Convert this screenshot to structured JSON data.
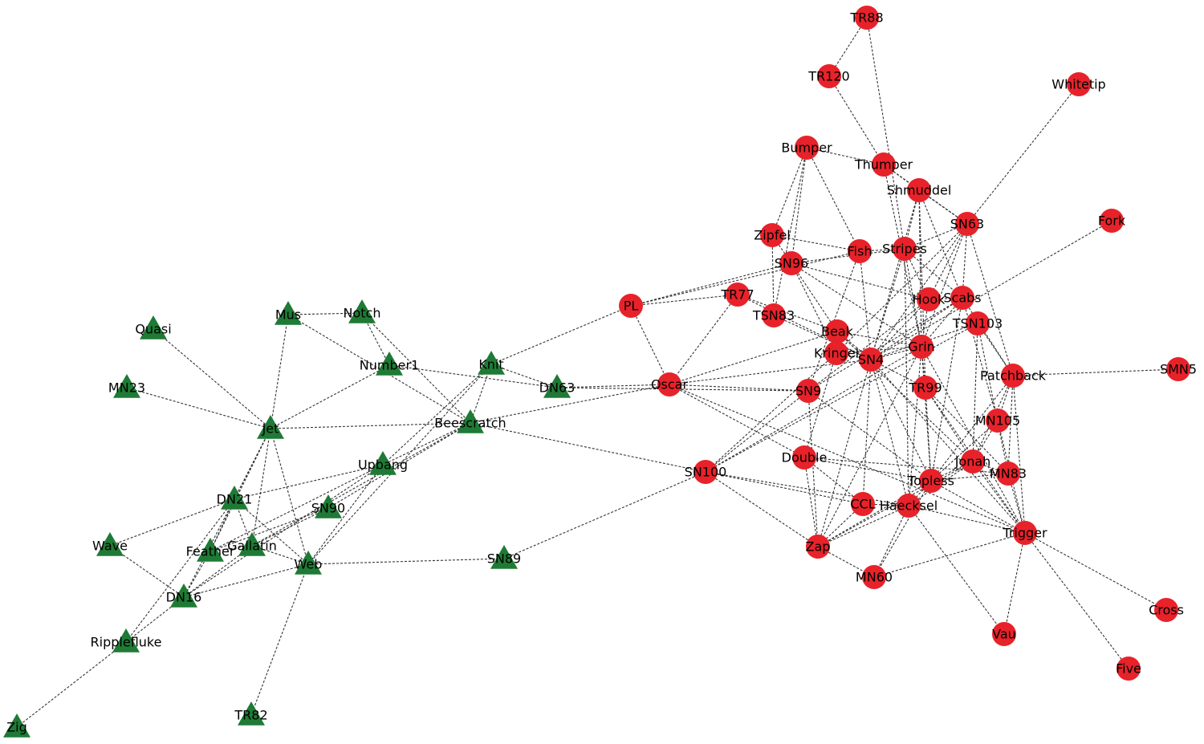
{
  "colors": {
    "group_a": "#1f7a35",
    "group_b": "#e8222a",
    "edge": "#333333"
  },
  "groups": {
    "group_a_shape": "triangle",
    "group_b_shape": "circle"
  },
  "nodes": [
    {
      "id": "Quasi",
      "label": "Quasi",
      "group": "a"
    },
    {
      "id": "MN23",
      "label": "MN23",
      "group": "a"
    },
    {
      "id": "Mus",
      "label": "Mus",
      "group": "a"
    },
    {
      "id": "Notch",
      "label": "Notch",
      "group": "a"
    },
    {
      "id": "Number1",
      "label": "Number1",
      "group": "a"
    },
    {
      "id": "Knit",
      "label": "Knit",
      "group": "a"
    },
    {
      "id": "DN63",
      "label": "DN63",
      "group": "a"
    },
    {
      "id": "Jet",
      "label": "Jet",
      "group": "a"
    },
    {
      "id": "Beescratch",
      "label": "Beescratch",
      "group": "a"
    },
    {
      "id": "Upbang",
      "label": "Upbang",
      "group": "a"
    },
    {
      "id": "DN21",
      "label": "DN21",
      "group": "a"
    },
    {
      "id": "SN90",
      "label": "SN90",
      "group": "a"
    },
    {
      "id": "Wave",
      "label": "Wave",
      "group": "a"
    },
    {
      "id": "Feather",
      "label": "Feather",
      "group": "a"
    },
    {
      "id": "Gallatin",
      "label": "Gallatin",
      "group": "a"
    },
    {
      "id": "Web",
      "label": "Web",
      "group": "a"
    },
    {
      "id": "SN89",
      "label": "SN89",
      "group": "a"
    },
    {
      "id": "DN16",
      "label": "DN16",
      "group": "a"
    },
    {
      "id": "Ripplefluke",
      "label": "Ripplefluke",
      "group": "a"
    },
    {
      "id": "Zig",
      "label": "Zig",
      "group": "a"
    },
    {
      "id": "TR82",
      "label": "TR82",
      "group": "a"
    },
    {
      "id": "TR88",
      "label": "TR88",
      "group": "b"
    },
    {
      "id": "TR120",
      "label": "TR120",
      "group": "b"
    },
    {
      "id": "Whitetip",
      "label": "Whitetip",
      "group": "b"
    },
    {
      "id": "Bumper",
      "label": "Bumper",
      "group": "b"
    },
    {
      "id": "Thumper",
      "label": "Thumper",
      "group": "b"
    },
    {
      "id": "Shmuddel",
      "label": "Shmuddel",
      "group": "b"
    },
    {
      "id": "SN63",
      "label": "SN63",
      "group": "b"
    },
    {
      "id": "Fork",
      "label": "Fork",
      "group": "b"
    },
    {
      "id": "Zipfel",
      "label": "Zipfel",
      "group": "b"
    },
    {
      "id": "Fish",
      "label": "Fish",
      "group": "b"
    },
    {
      "id": "Stripes",
      "label": "Stripes",
      "group": "b"
    },
    {
      "id": "SN96",
      "label": "SN96",
      "group": "b"
    },
    {
      "id": "PL",
      "label": "PL",
      "group": "b"
    },
    {
      "id": "TR77",
      "label": "TR77",
      "group": "b"
    },
    {
      "id": "TSN83",
      "label": "TSN83",
      "group": "b"
    },
    {
      "id": "Hook",
      "label": "Hook",
      "group": "b"
    },
    {
      "id": "Scabs",
      "label": "Scabs",
      "group": "b"
    },
    {
      "id": "TSN103",
      "label": "TSN103",
      "group": "b"
    },
    {
      "id": "Beak",
      "label": "Beak",
      "group": "b"
    },
    {
      "id": "Kringel",
      "label": "Kringel",
      "group": "b"
    },
    {
      "id": "SN4",
      "label": "SN4",
      "group": "b"
    },
    {
      "id": "Grin",
      "label": "Grin",
      "group": "b"
    },
    {
      "id": "Oscar",
      "label": "Oscar",
      "group": "b"
    },
    {
      "id": "SN9",
      "label": "SN9",
      "group": "b"
    },
    {
      "id": "TR99",
      "label": "TR99",
      "group": "b"
    },
    {
      "id": "Patchback",
      "label": "Patchback",
      "group": "b"
    },
    {
      "id": "SMN5",
      "label": "SMN5",
      "group": "b"
    },
    {
      "id": "MN105",
      "label": "MN105",
      "group": "b"
    },
    {
      "id": "SN100",
      "label": "SN100",
      "group": "b"
    },
    {
      "id": "Double",
      "label": "Double",
      "group": "b"
    },
    {
      "id": "Jonah",
      "label": "Jonah",
      "group": "b"
    },
    {
      "id": "MN83",
      "label": "MN83",
      "group": "b"
    },
    {
      "id": "Topless",
      "label": "Topless",
      "group": "b"
    },
    {
      "id": "CCL",
      "label": "CCL",
      "group": "b"
    },
    {
      "id": "Haecksel",
      "label": "Haecksel",
      "group": "b"
    },
    {
      "id": "Trigger",
      "label": "Trigger",
      "group": "b"
    },
    {
      "id": "Zap",
      "label": "Zap",
      "group": "b"
    },
    {
      "id": "MN60",
      "label": "MN60",
      "group": "b"
    },
    {
      "id": "Vau",
      "label": "Vau",
      "group": "b"
    },
    {
      "id": "Cross",
      "label": "Cross",
      "group": "b"
    },
    {
      "id": "Five",
      "label": "Five",
      "group": "b"
    }
  ],
  "edges": [
    [
      "Quasi",
      "Jet"
    ],
    [
      "MN23",
      "Jet"
    ],
    [
      "Mus",
      "Notch"
    ],
    [
      "Mus",
      "Jet"
    ],
    [
      "Mus",
      "Beescratch"
    ],
    [
      "Notch",
      "Number1"
    ],
    [
      "Notch",
      "Beescratch"
    ],
    [
      "Number1",
      "Jet"
    ],
    [
      "Number1",
      "DN63"
    ],
    [
      "Knit",
      "Beescratch"
    ],
    [
      "Knit",
      "DN63"
    ],
    [
      "Knit",
      "PL"
    ],
    [
      "Knit",
      "Upbang"
    ],
    [
      "Knit",
      "Web"
    ],
    [
      "DN63",
      "Oscar"
    ],
    [
      "DN63",
      "SN9"
    ],
    [
      "Jet",
      "Beescratch"
    ],
    [
      "Jet",
      "DN21"
    ],
    [
      "Jet",
      "Feather"
    ],
    [
      "Jet",
      "Gallatin"
    ],
    [
      "Jet",
      "Web"
    ],
    [
      "Jet",
      "DN16"
    ],
    [
      "Beescratch",
      "Oscar"
    ],
    [
      "Beescratch",
      "SN100"
    ],
    [
      "Beescratch",
      "Upbang"
    ],
    [
      "Beescratch",
      "SN90"
    ],
    [
      "Beescratch",
      "Gallatin"
    ],
    [
      "Upbang",
      "DN21"
    ],
    [
      "Upbang",
      "Feather"
    ],
    [
      "Upbang",
      "Web"
    ],
    [
      "Upbang",
      "DN16"
    ],
    [
      "DN21",
      "Wave"
    ],
    [
      "DN21",
      "Feather"
    ],
    [
      "DN21",
      "Gallatin"
    ],
    [
      "DN21",
      "Web"
    ],
    [
      "DN21",
      "Ripplefluke"
    ],
    [
      "SN90",
      "Gallatin"
    ],
    [
      "SN90",
      "Feather"
    ],
    [
      "Wave",
      "DN16"
    ],
    [
      "Feather",
      "Gallatin"
    ],
    [
      "Feather",
      "DN16"
    ],
    [
      "Gallatin",
      "Web"
    ],
    [
      "Gallatin",
      "DN16"
    ],
    [
      "Web",
      "SN89"
    ],
    [
      "Web",
      "DN16"
    ],
    [
      "Web",
      "TR82"
    ],
    [
      "DN16",
      "Ripplefluke"
    ],
    [
      "Ripplefluke",
      "Zig"
    ],
    [
      "SN89",
      "SN100"
    ],
    [
      "PL",
      "Oscar"
    ],
    [
      "PL",
      "TR77"
    ],
    [
      "PL",
      "SN96"
    ],
    [
      "PL",
      "Fish"
    ],
    [
      "TR88",
      "TR120"
    ],
    [
      "TR88",
      "Stripes"
    ],
    [
      "TR120",
      "Thumper"
    ],
    [
      "Whitetip",
      "SN63"
    ],
    [
      "Bumper",
      "Thumper"
    ],
    [
      "Bumper",
      "Zipfel"
    ],
    [
      "Bumper",
      "SN96"
    ],
    [
      "Bumper",
      "Fish"
    ],
    [
      "Bumper",
      "TSN83"
    ],
    [
      "Thumper",
      "Shmuddel"
    ],
    [
      "Thumper",
      "SN63"
    ],
    [
      "Thumper",
      "Grin"
    ],
    [
      "Shmuddel",
      "SN63"
    ],
    [
      "Shmuddel",
      "Stripes"
    ],
    [
      "Shmuddel",
      "SN4"
    ],
    [
      "Shmuddel",
      "Scabs"
    ],
    [
      "Shmuddel",
      "Grin"
    ],
    [
      "Shmuddel",
      "TR99"
    ],
    [
      "SN63",
      "Stripes"
    ],
    [
      "SN63",
      "Hook"
    ],
    [
      "SN63",
      "Scabs"
    ],
    [
      "SN63",
      "SN4"
    ],
    [
      "SN63",
      "Grin"
    ],
    [
      "SN63",
      "Patchback"
    ],
    [
      "SN63",
      "Kringel"
    ],
    [
      "Fork",
      "SN4"
    ],
    [
      "Zipfel",
      "SN96"
    ],
    [
      "Zipfel",
      "TSN83"
    ],
    [
      "Zipfel",
      "Fish"
    ],
    [
      "Fish",
      "SN4"
    ],
    [
      "Fish",
      "Stripes"
    ],
    [
      "Fish",
      "SN9"
    ],
    [
      "Stripes",
      "SN96"
    ],
    [
      "Stripes",
      "SN4"
    ],
    [
      "Stripes",
      "Scabs"
    ],
    [
      "Stripes",
      "Grin"
    ],
    [
      "Stripes",
      "Hook"
    ],
    [
      "Stripes",
      "Haecksel"
    ],
    [
      "SN96",
      "Beak"
    ],
    [
      "SN96",
      "Kringel"
    ],
    [
      "SN96",
      "Grin"
    ],
    [
      "SN96",
      "Hook"
    ],
    [
      "TR77",
      "Oscar"
    ],
    [
      "TR77",
      "Beak"
    ],
    [
      "TR77",
      "SN4"
    ],
    [
      "TSN83",
      "SN4"
    ],
    [
      "Hook",
      "Scabs"
    ],
    [
      "Hook",
      "SN4"
    ],
    [
      "Hook",
      "Grin"
    ],
    [
      "Hook",
      "SN9"
    ],
    [
      "Scabs",
      "SN4"
    ],
    [
      "Scabs",
      "Grin"
    ],
    [
      "Scabs",
      "Patchback"
    ],
    [
      "Scabs",
      "MN105"
    ],
    [
      "Scabs",
      "Topless"
    ],
    [
      "Scabs",
      "SN9"
    ],
    [
      "TSN103",
      "SN4"
    ],
    [
      "TSN103",
      "Patchback"
    ],
    [
      "TSN103",
      "Jonah"
    ],
    [
      "TSN103",
      "MN83"
    ],
    [
      "TSN103",
      "SN100"
    ],
    [
      "Beak",
      "SN4"
    ],
    [
      "Beak",
      "Grin"
    ],
    [
      "Beak",
      "Kringel"
    ],
    [
      "Beak",
      "Jonah"
    ],
    [
      "Beak",
      "Oscar"
    ],
    [
      "Kringel",
      "SN4"
    ],
    [
      "Kringel",
      "Grin"
    ],
    [
      "Kringel",
      "Double"
    ],
    [
      "Kringel",
      "SN100"
    ],
    [
      "SN4",
      "Grin"
    ],
    [
      "SN4",
      "TR99"
    ],
    [
      "SN4",
      "Topless"
    ],
    [
      "SN4",
      "Haecksel"
    ],
    [
      "SN4",
      "CCL"
    ],
    [
      "SN4",
      "Trigger"
    ],
    [
      "SN4",
      "Zap"
    ],
    [
      "SN4",
      "Oscar"
    ],
    [
      "Grin",
      "TR99"
    ],
    [
      "Grin",
      "Topless"
    ],
    [
      "Grin",
      "Haecksel"
    ],
    [
      "Grin",
      "Trigger"
    ],
    [
      "Grin",
      "Zap"
    ],
    [
      "Grin",
      "SN100"
    ],
    [
      "Oscar",
      "SN9"
    ],
    [
      "Oscar",
      "Double"
    ],
    [
      "Oscar",
      "Trigger"
    ],
    [
      "SN9",
      "Topless"
    ],
    [
      "SN9",
      "Zap"
    ],
    [
      "SN9",
      "SN100"
    ],
    [
      "TR99",
      "Jonah"
    ],
    [
      "TR99",
      "Topless"
    ],
    [
      "TR99",
      "Trigger"
    ],
    [
      "TR99",
      "MN83"
    ],
    [
      "Patchback",
      "SMN5"
    ],
    [
      "Patchback",
      "MN105"
    ],
    [
      "Patchback",
      "Jonah"
    ],
    [
      "Patchback",
      "MN83"
    ],
    [
      "Patchback",
      "Trigger"
    ],
    [
      "Patchback",
      "Topless"
    ],
    [
      "MN105",
      "Jonah"
    ],
    [
      "MN105",
      "Topless"
    ],
    [
      "MN105",
      "Trigger"
    ],
    [
      "SN100",
      "Zap"
    ],
    [
      "SN100",
      "Haecksel"
    ],
    [
      "SN100",
      "CCL"
    ],
    [
      "Double",
      "Topless"
    ],
    [
      "Double",
      "CCL"
    ],
    [
      "Double",
      "Zap"
    ],
    [
      "Double",
      "MN83"
    ],
    [
      "Jonah",
      "Topless"
    ],
    [
      "Jonah",
      "MN83"
    ],
    [
      "Jonah",
      "Trigger"
    ],
    [
      "Jonah",
      "Haecksel"
    ],
    [
      "MN83",
      "Topless"
    ],
    [
      "MN83",
      "Trigger"
    ],
    [
      "Topless",
      "Haecksel"
    ],
    [
      "Topless",
      "Trigger"
    ],
    [
      "Topless",
      "Zap"
    ],
    [
      "Topless",
      "MN60"
    ],
    [
      "CCL",
      "Haecksel"
    ],
    [
      "CCL",
      "Zap"
    ],
    [
      "Haecksel",
      "Zap"
    ],
    [
      "Haecksel",
      "MN60"
    ],
    [
      "Haecksel",
      "Vau"
    ],
    [
      "Haecksel",
      "Trigger"
    ],
    [
      "Trigger",
      "MN60"
    ],
    [
      "Trigger",
      "Vau"
    ],
    [
      "Trigger",
      "Cross"
    ],
    [
      "Trigger",
      "Five"
    ],
    [
      "Zap",
      "MN60"
    ],
    [
      "Zap",
      "Jonah"
    ]
  ]
}
